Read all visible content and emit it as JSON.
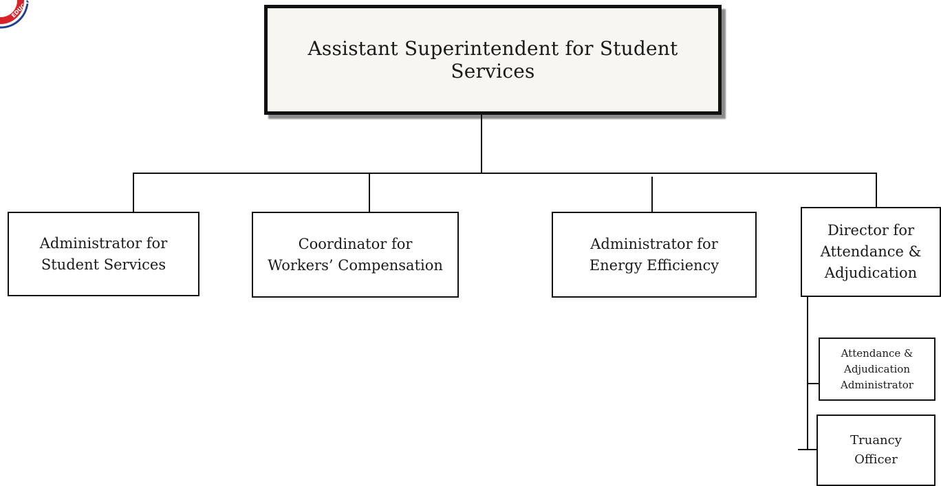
{
  "logo": {
    "text": "EDUCATI"
  },
  "top": {
    "title": "Assistant Superintendent for Student Services"
  },
  "boxes": [
    {
      "line1": "Administrator for",
      "line2": "Student Services"
    },
    {
      "line1": "Coordinator for",
      "line2": "Workers’ Compensation"
    },
    {
      "line1": "Administrator for",
      "line2": "Energy Efficiency"
    },
    {
      "line1": "Director for",
      "line2": "Attendance &",
      "line3": "Adjudication"
    }
  ],
  "sub_boxes": [
    {
      "line1": "Attendance &",
      "line2": "Adjudication",
      "line3": "Administrator"
    },
    {
      "line1": "Truancy",
      "line2": "Officer"
    }
  ]
}
